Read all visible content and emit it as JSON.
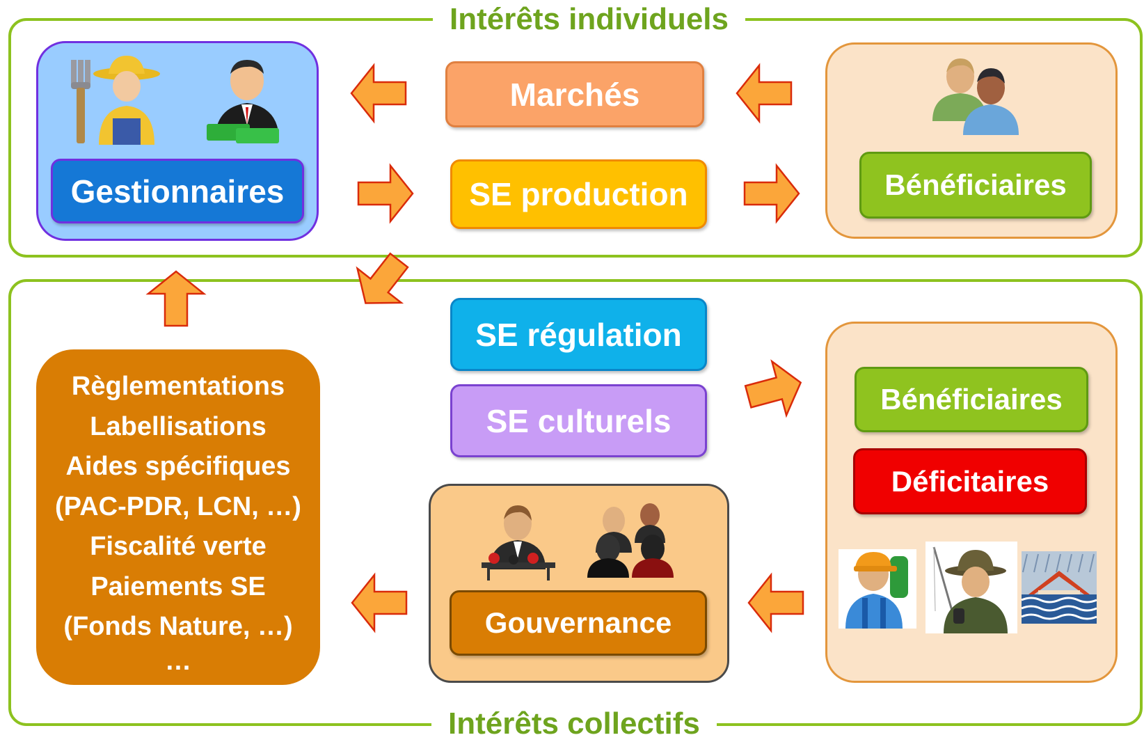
{
  "frames": {
    "top_title": "Intérêts individuels",
    "bottom_title": "Intérêts collectifs"
  },
  "top": {
    "gestionnaires": "Gestionnaires",
    "marches": "Marchés",
    "se_production": "SE production",
    "beneficiaires": "Bénéficiaires"
  },
  "bottom": {
    "se_regulation": "SE régulation",
    "se_culturels": "SE culturels",
    "beneficiaires": "Bénéficiaires",
    "deficitaires": "Déficitaires",
    "gouvernance": "Gouvernance",
    "instruments": [
      "Règlementations",
      "Labellisations",
      "Aides spécifiques",
      "(PAC-PDR, LCN, …)",
      "Fiscalité verte",
      "Paiements SE",
      "(Fonds Nature, …)",
      "…"
    ]
  },
  "icons": [
    "farmer-icon",
    "businessman-money-icon",
    "users-pair-icon",
    "press-conference-icon",
    "meeting-people-icon",
    "hiker-icon",
    "fisherman-icon",
    "flooded-house-icon"
  ],
  "colors": {
    "frame": "#8dc21f",
    "frame_title": "#6ea41e",
    "arrow_fill": "#fba63a",
    "arrow_stroke": "#d92b0a",
    "gestionnaires": "#1578d6",
    "marches": "#fba368",
    "se_production": "#ffc000",
    "beneficiaires": "#8fc31f",
    "se_regulation": "#0fb1ea",
    "se_culturels": "#c89cf6",
    "deficitaires": "#f00000",
    "gouvernance": "#d97d04",
    "instruments": "#d97d04"
  }
}
